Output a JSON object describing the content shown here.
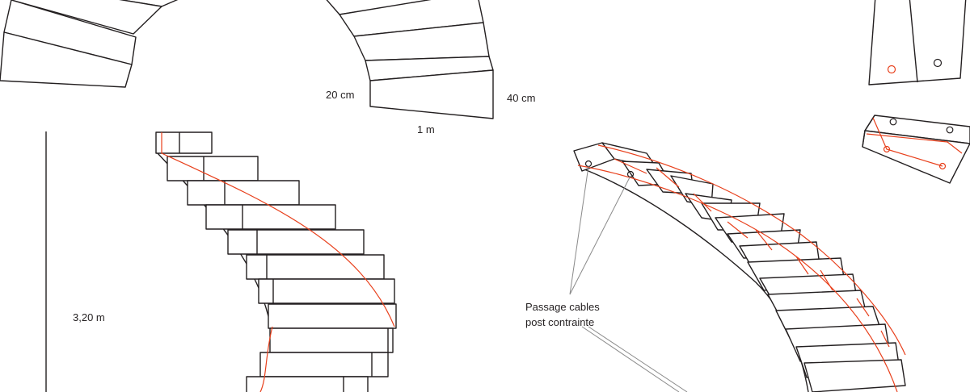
{
  "labels": {
    "tread_thickness": "20 cm",
    "step_depth": "40 cm",
    "step_width": "1 m",
    "total_height": "3,20 m",
    "cable_line1": "Passage cables",
    "cable_line2": "post contrainte"
  },
  "colors": {
    "line": "#231f20",
    "cable": "#e8401c",
    "leader": "#8a8a8a"
  }
}
